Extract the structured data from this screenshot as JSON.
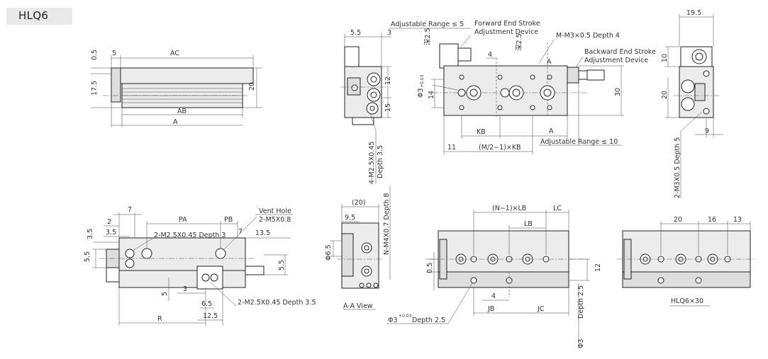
{
  "model": "HLQ6",
  "side_view": {
    "dim_top": "0.5",
    "dim_5": "5",
    "dim_AC": "AC",
    "dim_175": "17.5",
    "dim_20": "20",
    "dim_AB": "AB",
    "dim_A": "A"
  },
  "end_view_front": {
    "dim_55": "5.5",
    "dim_3": "3",
    "dim_12": "12",
    "dim_15": "15",
    "thread": "4-M2.5X0.45",
    "thread_depth": "Depth 3.5"
  },
  "top_view": {
    "adj_range_fwd": "Adjustable Range ≤ 5",
    "fwd_device_1": "Forward End Stroke",
    "fwd_device_2": "Adjustment Device",
    "hole_dia": "Φ3",
    "hole_tol": "+0.03",
    "hole_tol_low": "0",
    "hole_depth": "深2.5",
    "mount_thread": "M-M3×0.5 Depth 4",
    "bwd_device_1": "Backward End Stroke",
    "bwd_device_2": "Adjustment Device",
    "dim_4": "4",
    "dim_14": "14",
    "dim_30": "30",
    "label_A_section": "A",
    "dim_KB": "KB",
    "dim_A": "A",
    "dim_11": "11",
    "dim_pitch": "(M/2−1)×KB",
    "adj_range_bwd": "Adjustable Range ≤ 10"
  },
  "end_view_back": {
    "dim_195": "19.5",
    "dim_10": "10",
    "dim_20": "20",
    "dim_9": "9",
    "thread": "2-M3X0.5 Depth 5"
  },
  "bottom_view": {
    "dim_7": "7",
    "dim_2": "2",
    "dim_PA": "PA",
    "dim_PB": "PB",
    "vent_hole": "Vent Hole",
    "vent_thread": "2-M5X0.8",
    "dim_35a": "3.5",
    "dim_35b": "3.5",
    "thread_top": "2-M2.5X0.45 Depth 3",
    "dim_7b": "7",
    "dim_135": "13.5",
    "dim_55a": "5.5",
    "dim_55b": "5.5",
    "dim_5": "5",
    "dim_3": "3",
    "dim_65": "6.5",
    "thread_bottom": "2-M2.5X0.45 Depth 3.5",
    "dim_R": "R",
    "dim_125": "12.5"
  },
  "section_view": {
    "dim_20": "(20)",
    "dim_95": "9.5",
    "dim_65": "Φ6.5",
    "thread": "N-M4X0.7 Depth 8",
    "caption": "A-A View"
  },
  "bottom_mid_view": {
    "dim_NLB": "(N−1)×LB",
    "dim_LC": "LC",
    "dim_LB": "LB",
    "dim_05": "0.5",
    "dim_12": "12",
    "dim_4": "4",
    "dim_JB": "JB",
    "dim_JC": "JC",
    "hole_left": "Φ3",
    "hole_left_tol": "+0.03",
    "hole_left_tol_low": "0",
    "hole_left_depth": "Depth 2.5",
    "hole_right": "Φ3",
    "hole_right_depth": "Depth 2.5"
  },
  "example_view": {
    "dim_20": "20",
    "dim_16": "16",
    "dim_13": "13",
    "caption": "HLQ6×30"
  }
}
